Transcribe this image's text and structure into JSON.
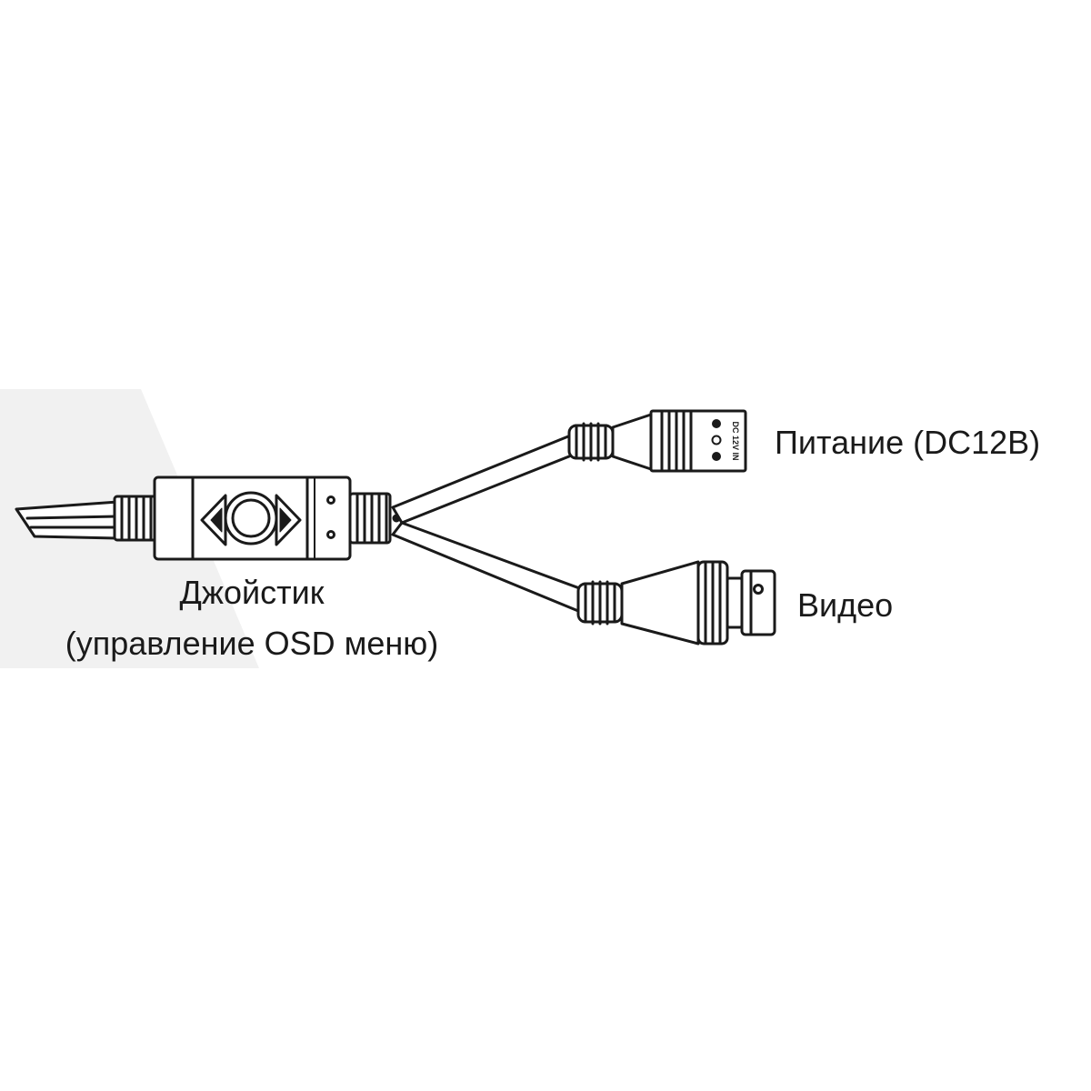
{
  "labels": {
    "power": "Питание (DC12В)",
    "video": "Видео",
    "joystick_title": "Джойстик",
    "joystick_subtitle": "(управление OSD меню)",
    "power_plug_marking": "DC 12V IN"
  },
  "colors": {
    "line": "#1a1a1a",
    "fill": "#ffffff",
    "backdrop": "#f1f1f1"
  },
  "icons": [
    "left-arrow-icon",
    "right-arrow-icon",
    "joystick-button-icon"
  ]
}
